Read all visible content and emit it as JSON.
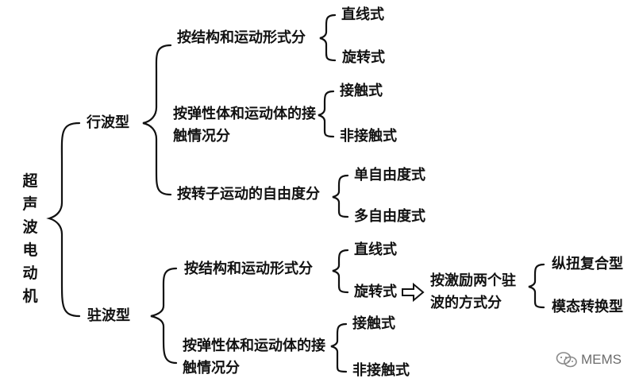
{
  "diagram": {
    "root": "超声波电动机",
    "traveling": {
      "label": "行波型",
      "g1": {
        "label": "按结构和运动形式分",
        "leaves": [
          "直线式",
          "旋转式"
        ]
      },
      "g2": {
        "label": "按弹性体和运动体的接触情况分",
        "leaves": [
          "接触式",
          "非接触式"
        ]
      },
      "g3": {
        "label": "按转子运动的自由度分",
        "leaves": [
          "单自由度式",
          "多自由度式"
        ]
      }
    },
    "standing": {
      "label": "驻波型",
      "g1": {
        "label": "按结构和运动形式分",
        "leaves": [
          "直线式",
          "旋转式"
        ]
      },
      "g2": {
        "label": "按弹性体和运动体的接触情况分",
        "leaves": [
          "接触式",
          "非接触式"
        ]
      },
      "excite": {
        "label": "按激励两个驻波的方式分",
        "leaves": [
          "纵扭复合型",
          "模态转换型"
        ]
      }
    }
  },
  "watermark": {
    "text": "MEMS",
    "icon": "wechat-icon"
  }
}
